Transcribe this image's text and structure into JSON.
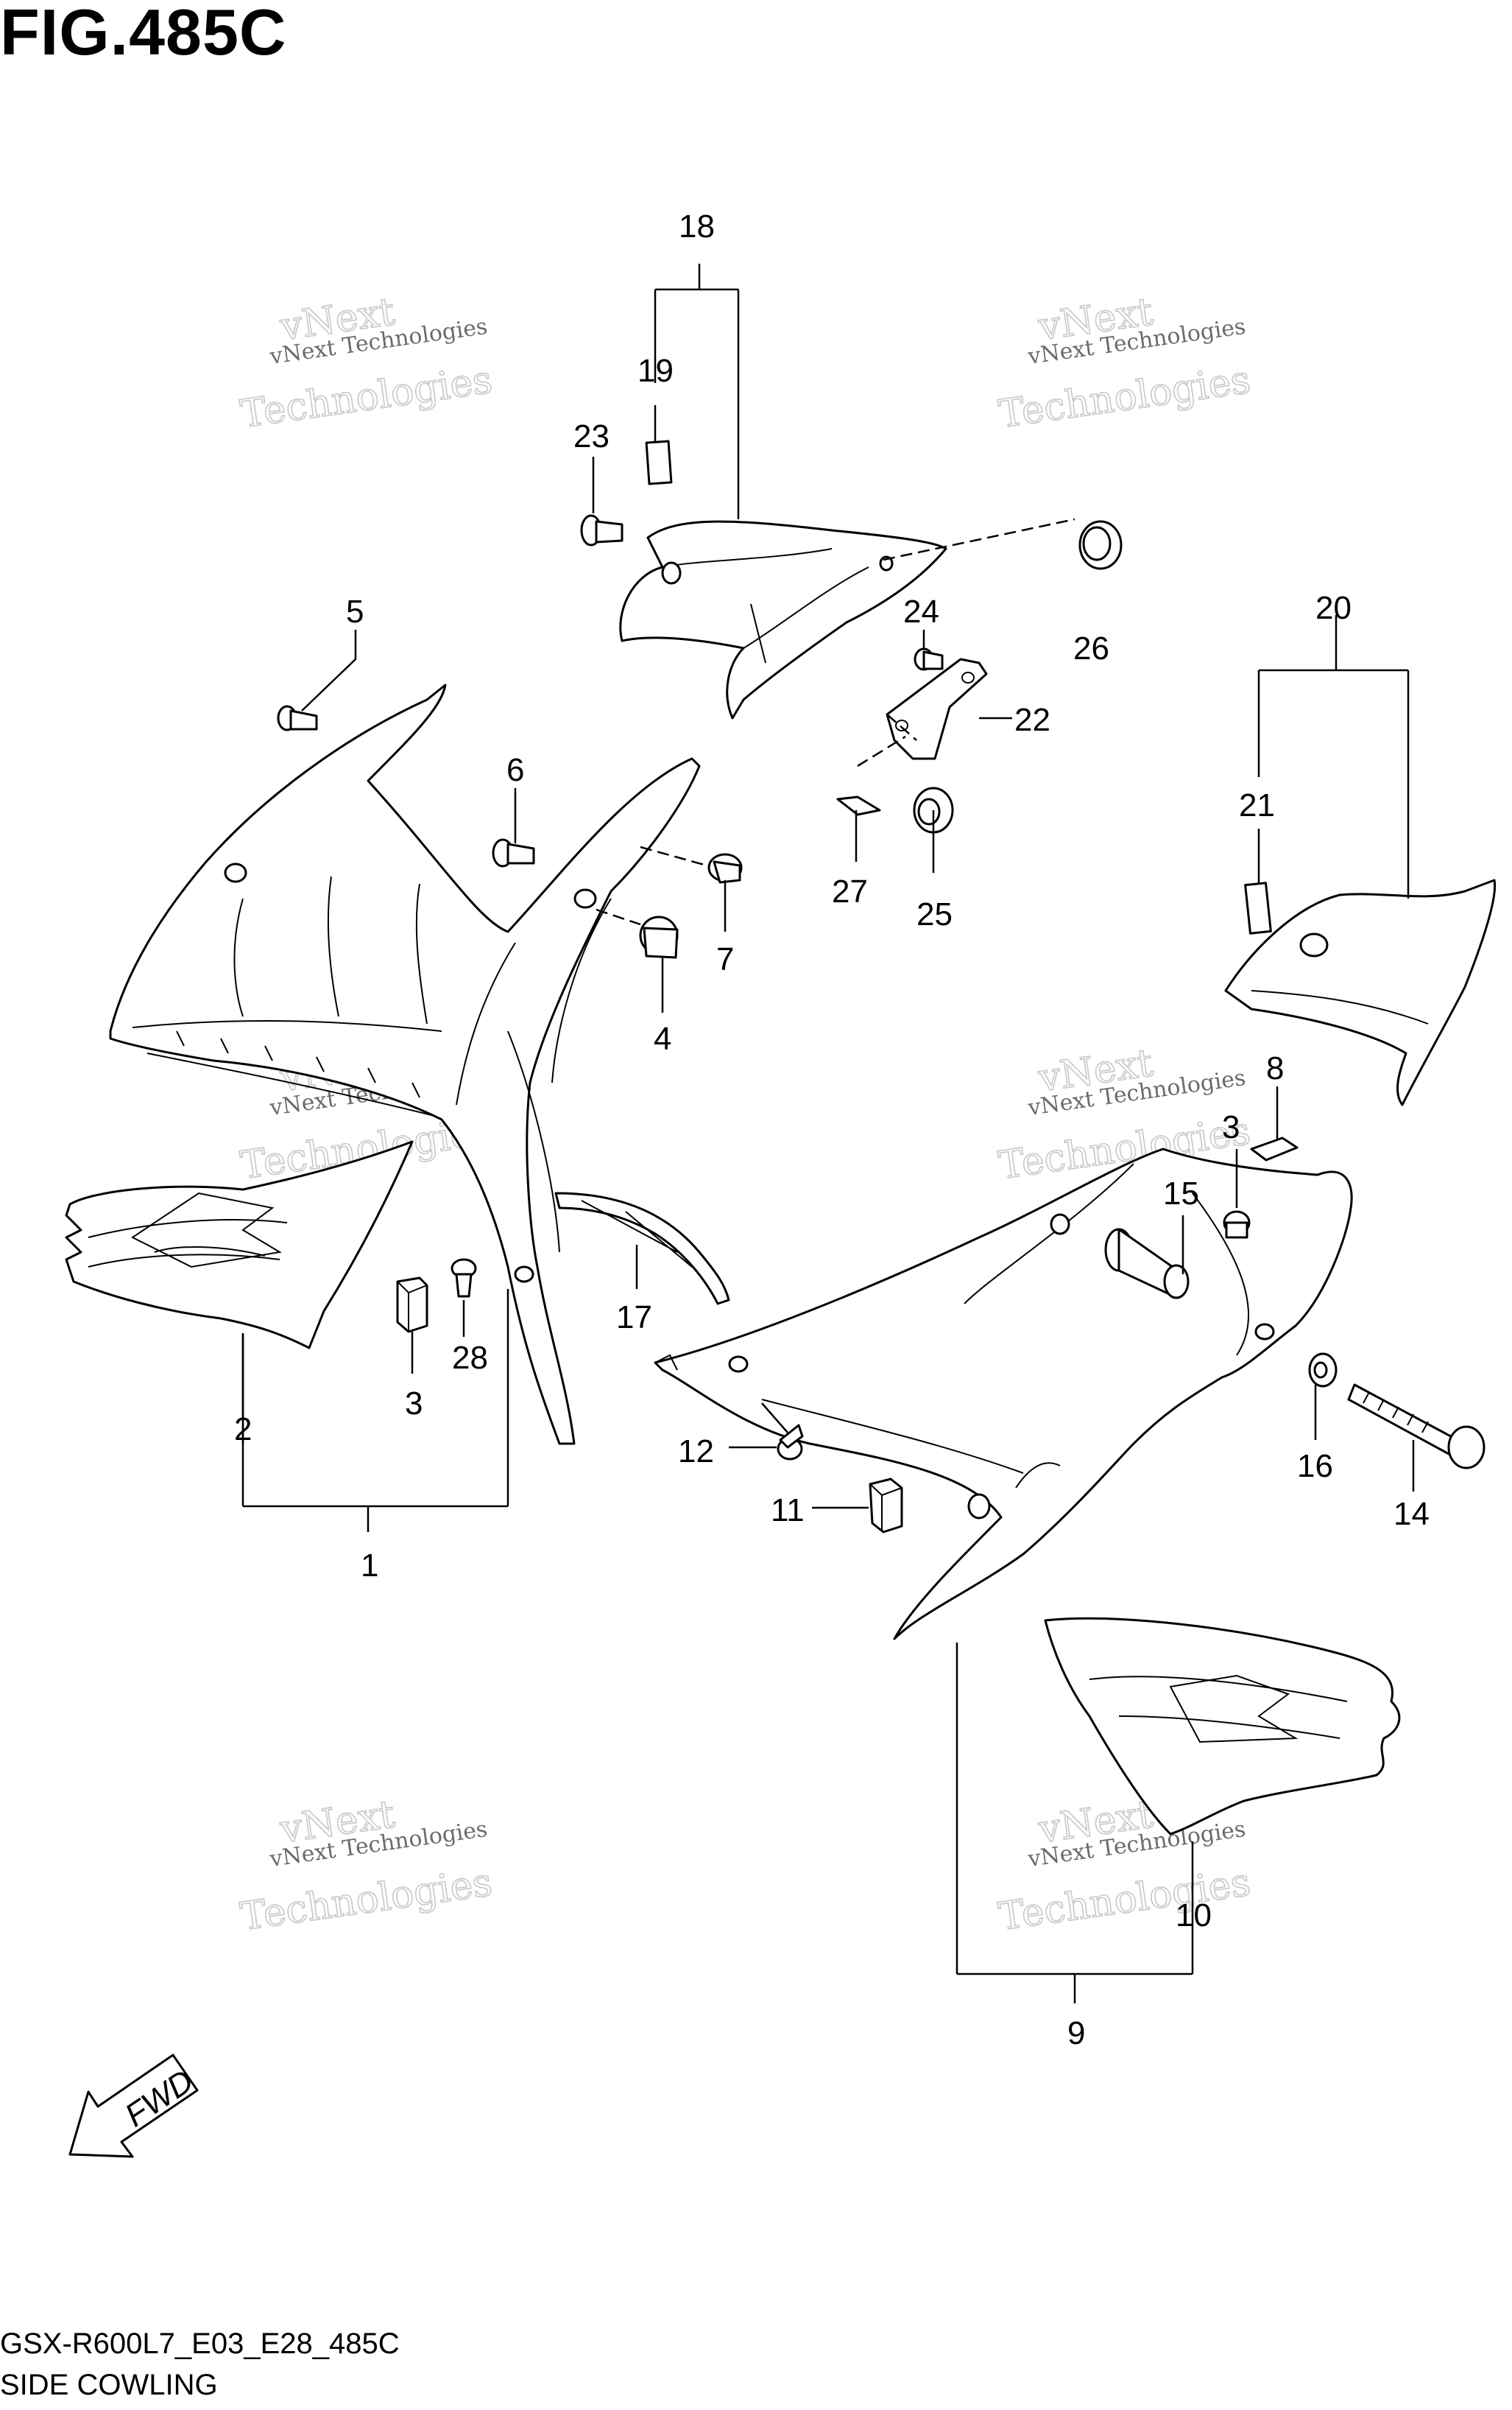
{
  "figure": {
    "title": "FIG.485C",
    "model_code": "GSX-R600L7_E03_E28_485C",
    "name": "SIDE COWLING"
  },
  "watermark": {
    "line1": "vNext Technologies",
    "line2": "vNext",
    "line3": "Technologies"
  },
  "fwd_label": "FWD",
  "callouts": {
    "c1": "1",
    "c2": "2",
    "c3a": "3",
    "c3b": "3",
    "c4": "4",
    "c5": "5",
    "c6": "6",
    "c7": "7",
    "c8": "8",
    "c9": "9",
    "c10": "10",
    "c11": "11",
    "c12": "12",
    "c14": "14",
    "c15": "15",
    "c16": "16",
    "c17": "17",
    "c18": "18",
    "c19": "19",
    "c20": "20",
    "c21": "21",
    "c22": "22",
    "c23": "23",
    "c24": "24",
    "c25": "25",
    "c26": "26",
    "c27": "27",
    "c28": "28"
  },
  "colors": {
    "line": "#000000",
    "background": "#ffffff",
    "watermark": "#c8c8c8"
  }
}
